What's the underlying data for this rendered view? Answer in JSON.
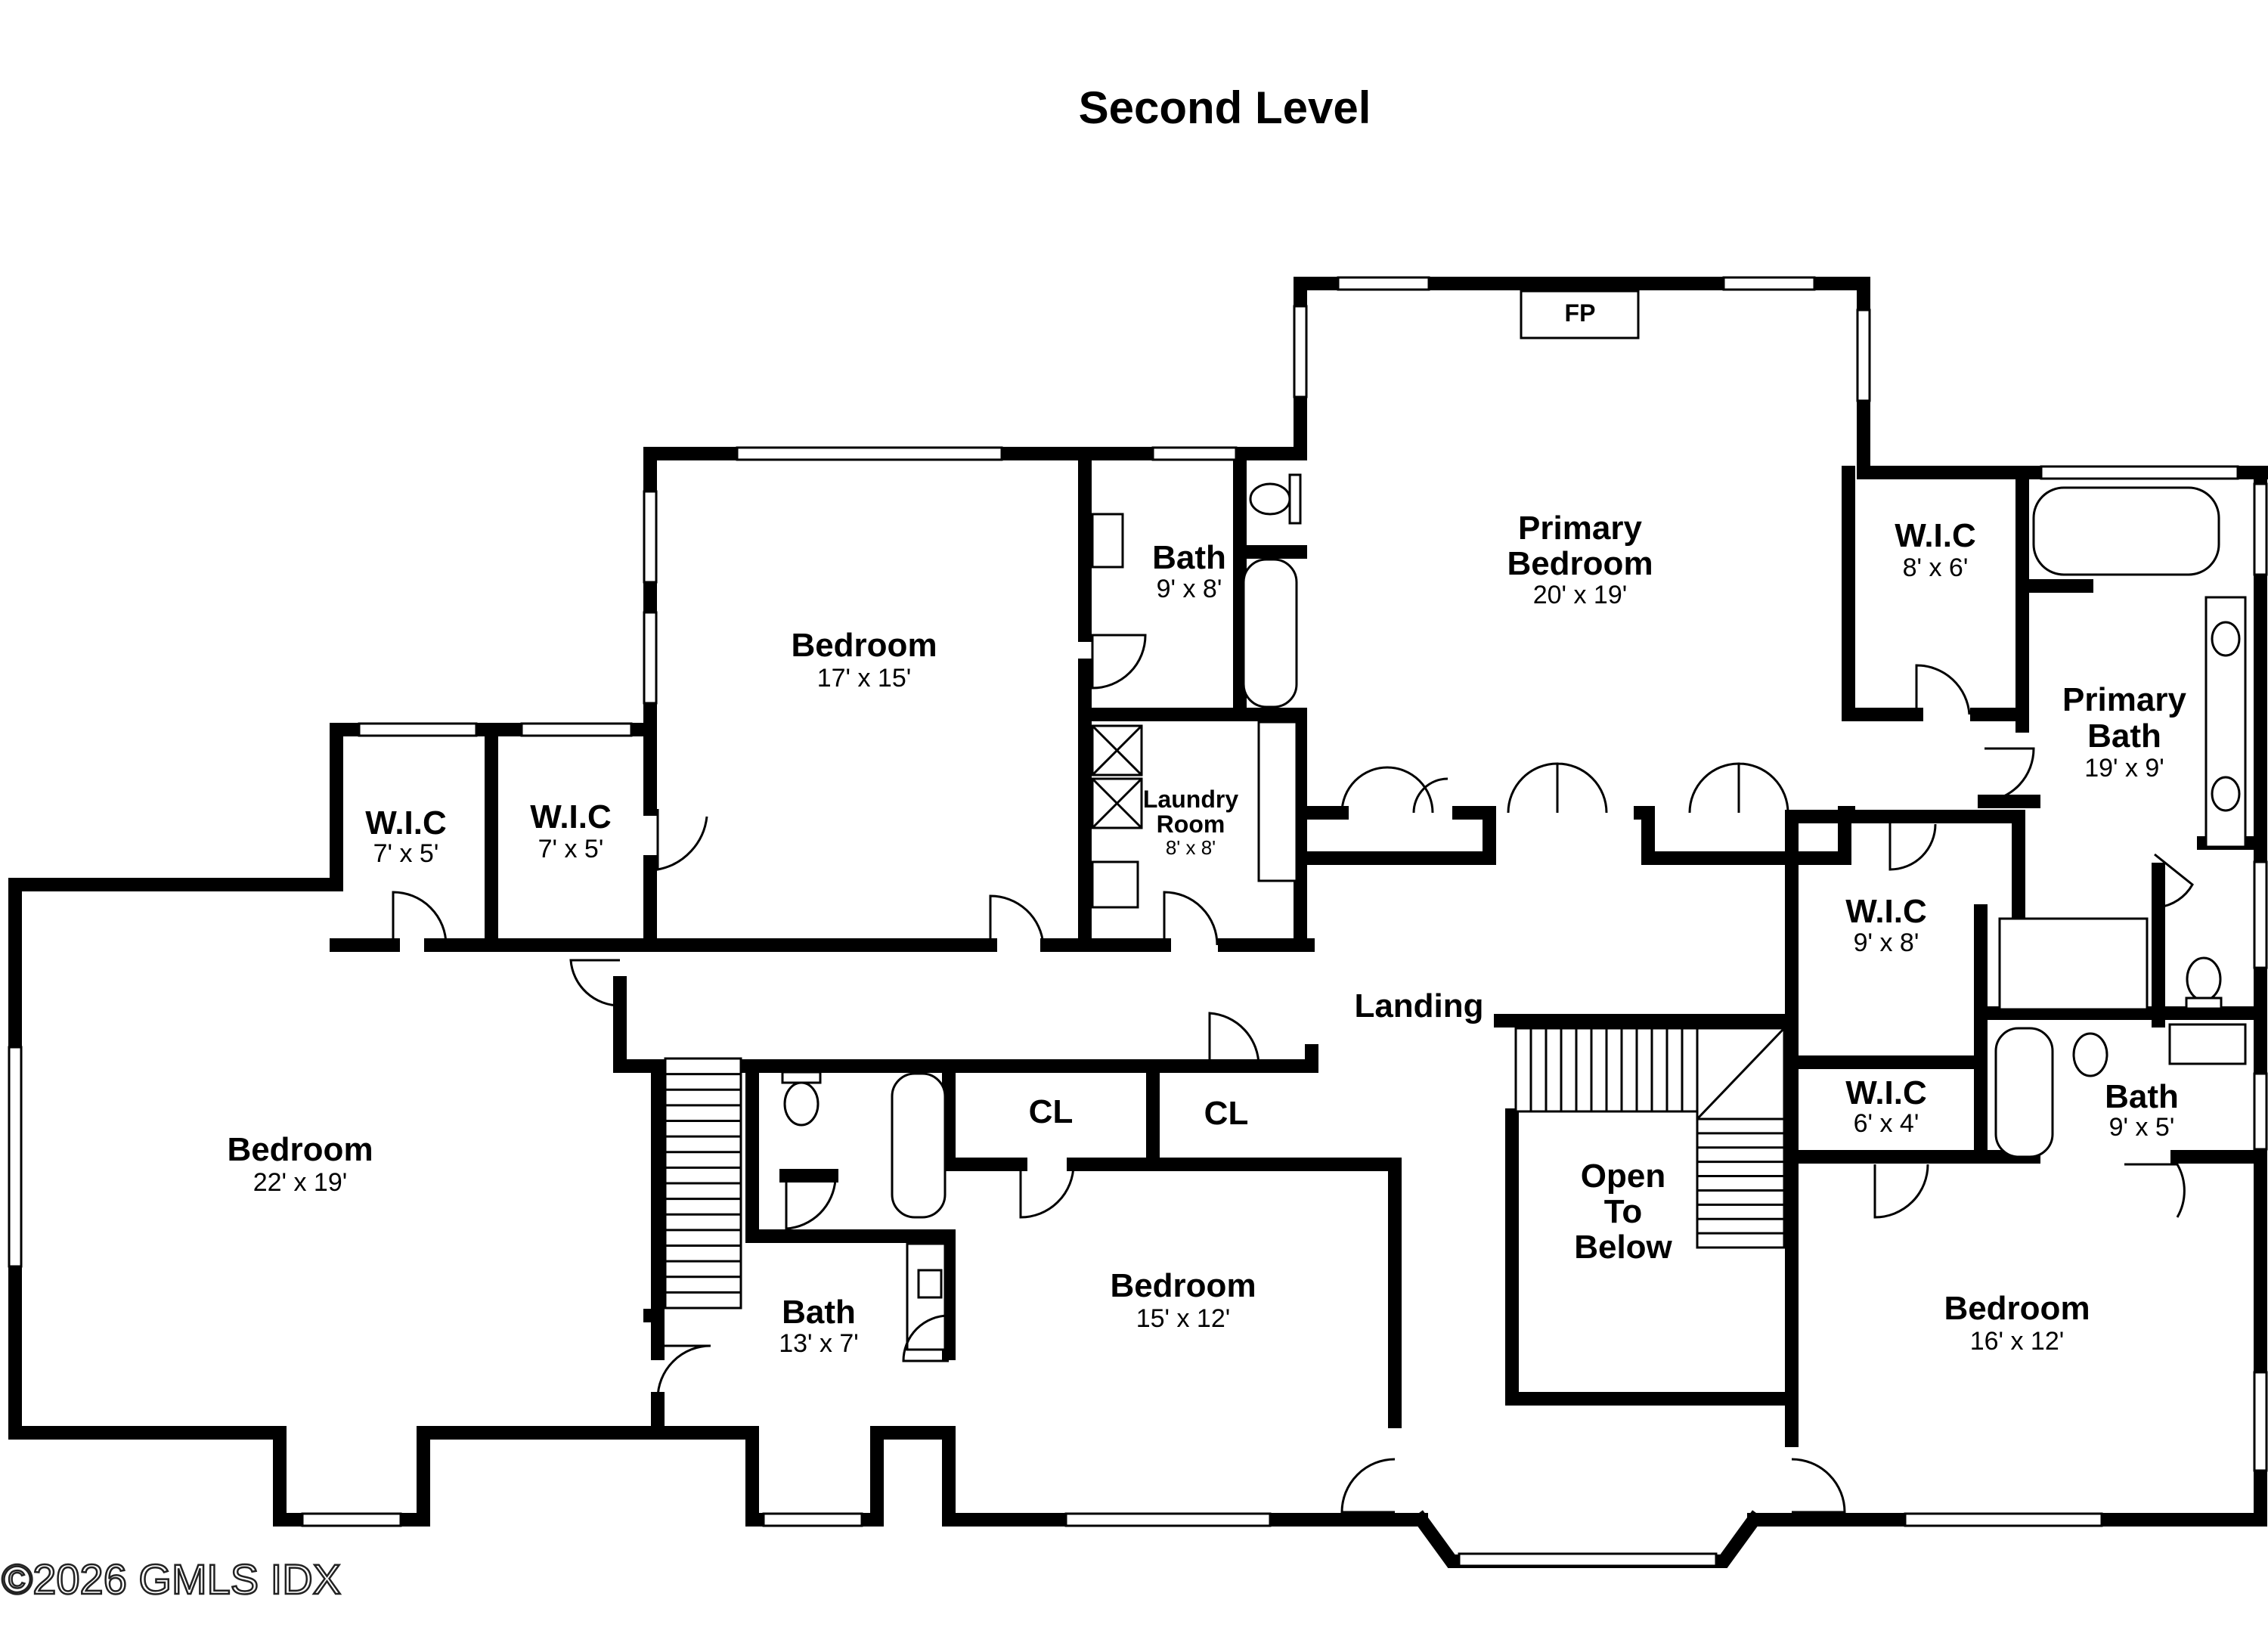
{
  "title": "Second Level",
  "copyright": "©2026 GMLS IDX",
  "rooms": {
    "fp": {
      "name": "FP"
    },
    "primary_bedroom": {
      "name_line1": "Primary",
      "name_line2": "Bedroom",
      "size": "20' x 19'"
    },
    "bedroom_nw": {
      "name": "Bedroom",
      "size": "17' x 15'"
    },
    "bath_n": {
      "name": "Bath",
      "size": "9' x 8'"
    },
    "laundry": {
      "name_line1": "Laundry",
      "name_line2": "Room",
      "size": "8' x 8'"
    },
    "wic_ne": {
      "name": "W.I.C",
      "size": "8' x 6'"
    },
    "primary_bath": {
      "name_line1": "Primary",
      "name_line2": "Bath",
      "size": "19' x 9'"
    },
    "wic_w1": {
      "name": "W.I.C",
      "size": "7' x 5'"
    },
    "wic_w2": {
      "name": "W.I.C",
      "size": "7' x 5'"
    },
    "wic_mid": {
      "name": "W.I.C",
      "size": "9' x 8'"
    },
    "landing": {
      "name": "Landing"
    },
    "bedroom_w": {
      "name": "Bedroom",
      "size": "22' x 19'"
    },
    "cl1": {
      "name": "CL"
    },
    "cl2": {
      "name": "CL"
    },
    "wic_small": {
      "name": "W.I.C",
      "size": "6' x 4'"
    },
    "bath_e": {
      "name": "Bath",
      "size": "9' x 5'"
    },
    "open_below": {
      "line1": "Open",
      "line2": "To",
      "line3": "Below"
    },
    "bath_s": {
      "name": "Bath",
      "size": "13' x 7'"
    },
    "bedroom_s": {
      "name": "Bedroom",
      "size": "15' x 12'"
    },
    "bedroom_se": {
      "name": "Bedroom",
      "size": "16' x 12'"
    }
  }
}
